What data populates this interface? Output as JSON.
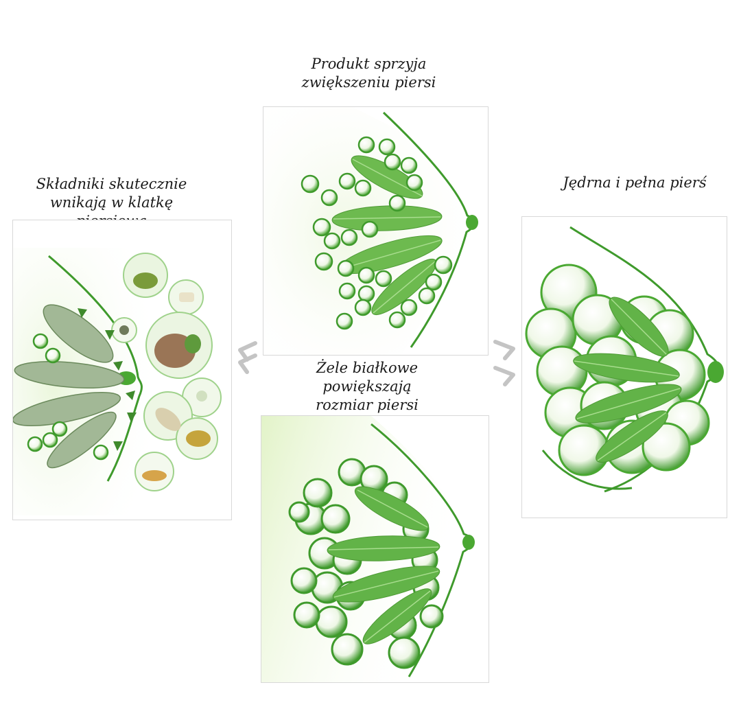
{
  "captions": {
    "left": "Składniki skutecznie\nwnikają w klatkę\npiersiową",
    "top": "Produkt sprzyja\nzwiększeniu piersi",
    "bottom": "Żele białkowe\npowiększają\nrozmiar piersi",
    "right": "Jędrna i pełna pierś"
  },
  "colors": {
    "green_dark": "#3f9a2c",
    "green_mid": "#6bbf4f",
    "green_light": "#e6f4d2",
    "leaf_gray": "#9ab48c",
    "arrow_gray": "#c4c4c4"
  },
  "icons": {
    "stage_arrow": "double-chevron-arrow",
    "penetration_arrow": "small-arrow"
  }
}
